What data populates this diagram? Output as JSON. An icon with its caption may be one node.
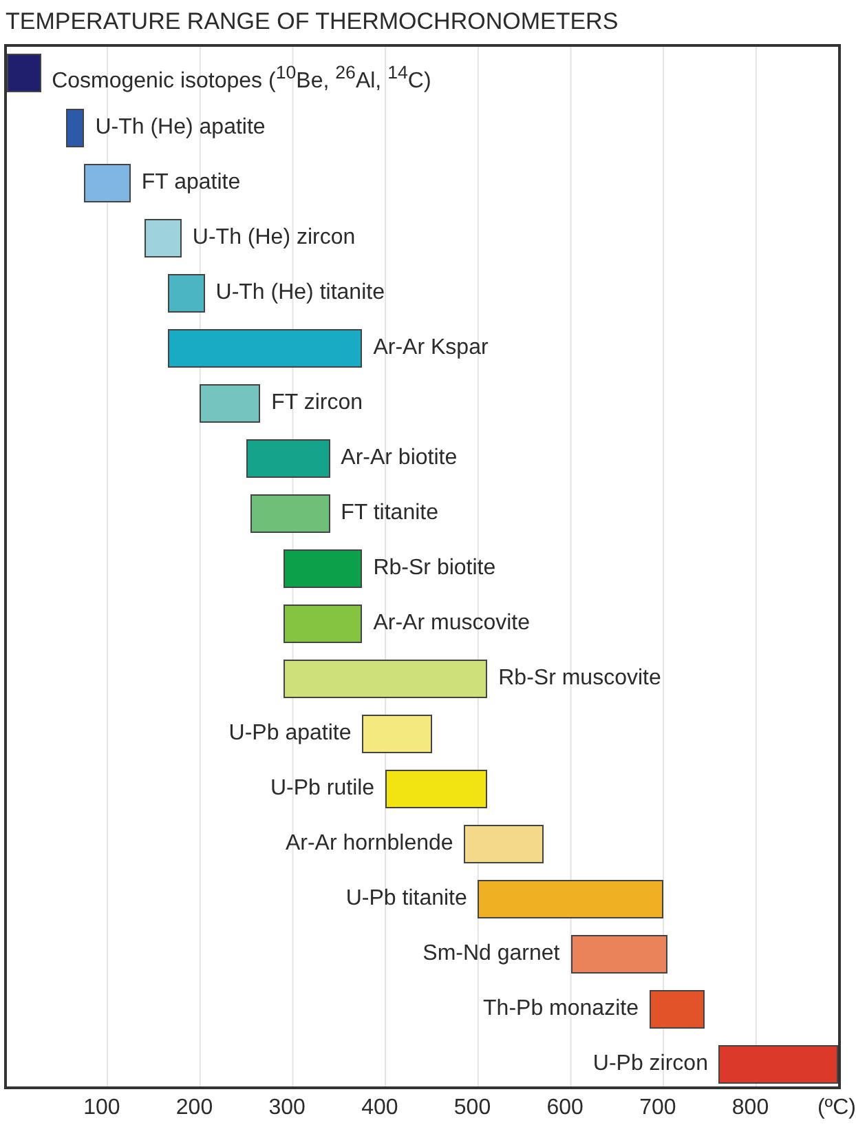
{
  "diagram": {
    "title": "TEMPERATURE RANGE OF THERMOCHRONOMETERS",
    "nodes": [
      {
        "text": [],
        "shape": "bar",
        "beside": [
          "Cosmogenic isotopes ($^{10}$Be, $^{26}$Al, $^{14}$C)"
        ]
      },
      {
        "text": [],
        "shape": "bar",
        "beside": [
          "U-Th (He) apatite"
        ]
      },
      {
        "text": [],
        "shape": "bar",
        "beside": [
          "FT apatite"
        ]
      },
      {
        "text": [],
        "shape": "bar",
        "beside": [
          "U-Th (He) zircon"
        ]
      },
      {
        "text": [],
        "shape": "bar",
        "beside": [
          "U-Th (He) titanite"
        ]
      },
      {
        "text": [],
        "shape": "bar",
        "beside": [
          "Ar-Ar Kspar"
        ]
      },
      {
        "text": [],
        "shape": "bar",
        "beside": [
          "FT zircon"
        ]
      },
      {
        "text": [],
        "shape": "bar",
        "beside": [
          "Ar-Ar biotite"
        ]
      },
      {
        "text": [],
        "shape": "bar",
        "beside": [
          "FT titanite"
        ]
      },
      {
        "text": [],
        "shape": "bar",
        "beside": [
          "Rb-Sr biotite"
        ]
      },
      {
        "text": [],
        "shape": "bar",
        "beside": [
          "Ar-Ar muscovite"
        ]
      },
      {
        "text": [],
        "shape": "bar",
        "beside": [
          "Rb-Sr muscovite"
        ]
      },
      {
        "text": [],
        "shape": "bar",
        "beside": [
          "U-Pb apatite"
        ]
      },
      {
        "text": [],
        "shape": "bar",
        "beside": [
          "U-Pb rutile"
        ]
      },
      {
        "text": [],
        "shape": "bar",
        "beside": [
          "Ar-Ar hornblende"
        ]
      },
      {
        "text": [],
        "shape": "bar",
        "beside": [
          "U-Pb titanite"
        ]
      },
      {
        "text": [],
        "shape": "bar",
        "beside": [
          "Sm-Nd garnet"
        ]
      },
      {
        "text": [],
        "shape": "bar",
        "beside": [
          "Th-Pb monazite"
        ]
      },
      {
        "text": [],
        "shape": "bar",
        "beside": [
          "U-Pb zircon"
        ]
      }
    ],
    "labels": [
      "100",
      "200",
      "300",
      "400",
      "500",
      "600",
      "700",
      "800",
      "(ºC)"
    ]
  }
}
